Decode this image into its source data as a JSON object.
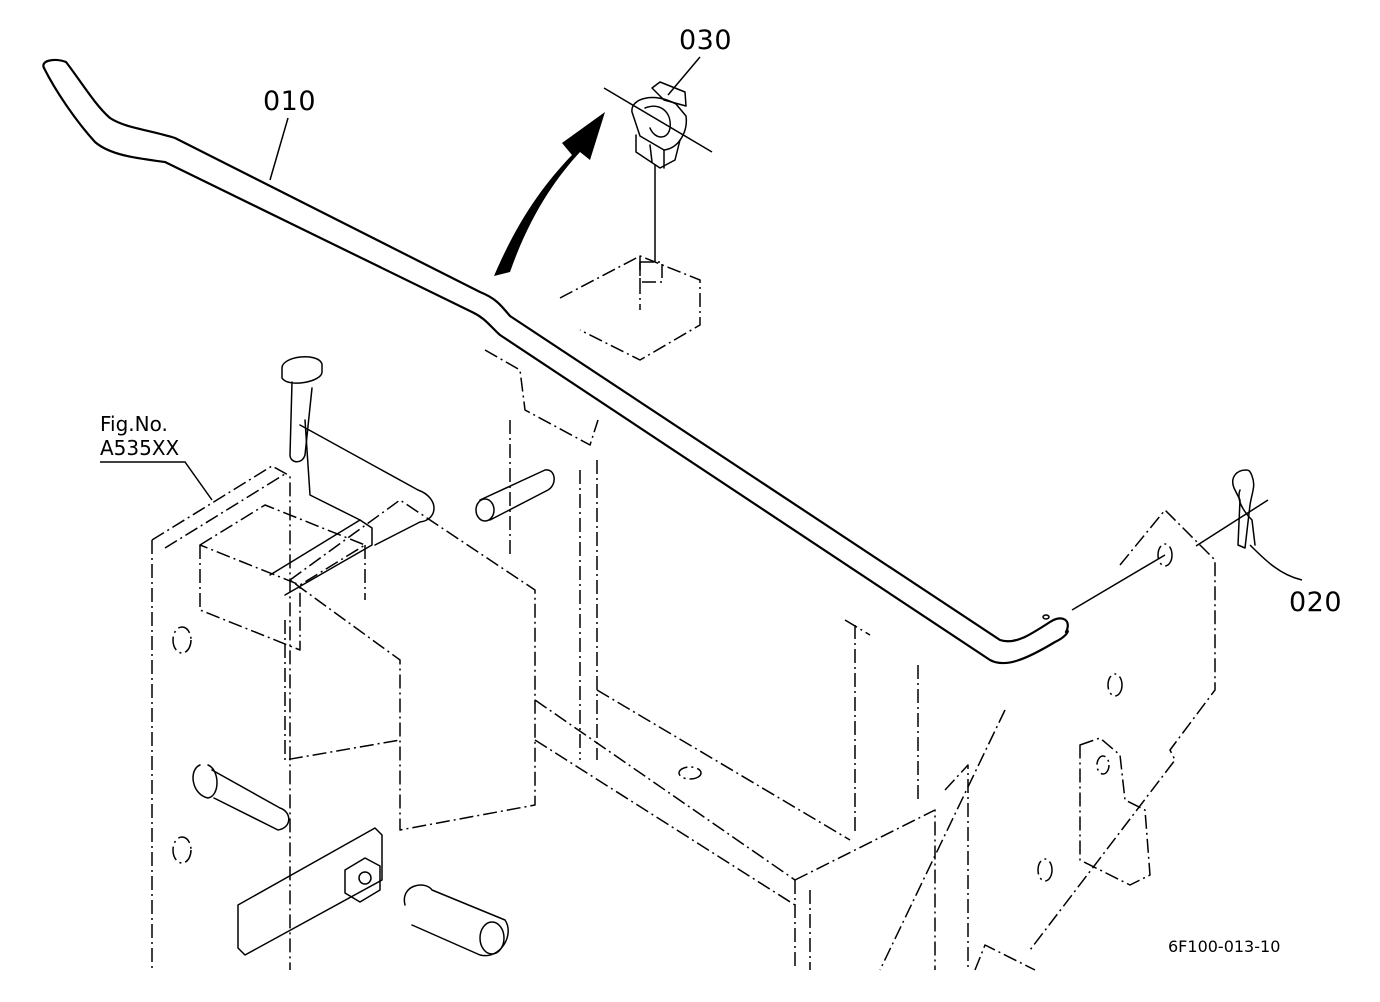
{
  "callouts": {
    "part_010": "010",
    "part_020": "020",
    "part_030": "030"
  },
  "figure_reference": {
    "line1": "Fig.No.",
    "line2": "A535XX"
  },
  "drawing_code": "6F100-013-10"
}
